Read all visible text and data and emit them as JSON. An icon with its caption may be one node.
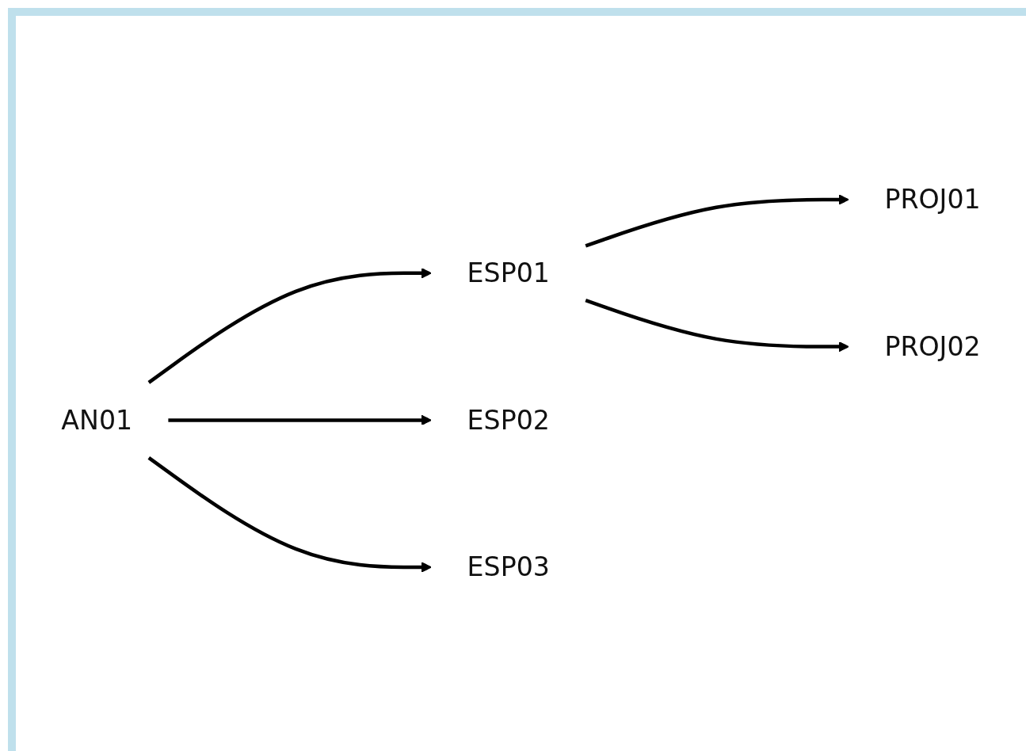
{
  "diagram": {
    "nodes": [
      {
        "text": [
          "AN01"
        ]
      },
      {
        "text": [
          "ESP01"
        ]
      },
      {
        "text": [
          "ESP02"
        ]
      },
      {
        "text": [
          "ESP03"
        ]
      },
      {
        "text": [
          "PROJ01"
        ]
      },
      {
        "text": [
          "PROJ02"
        ]
      }
    ],
    "edges": [
      {
        "from": 0,
        "to": 1,
        "arrow": "to"
      },
      {
        "from": 0,
        "to": 2,
        "arrow": "to"
      },
      {
        "from": 0,
        "to": 3,
        "arrow": "to"
      },
      {
        "from": 1,
        "to": 4,
        "arrow": "to"
      },
      {
        "from": 1,
        "to": 5,
        "arrow": "to"
      }
    ]
  }
}
